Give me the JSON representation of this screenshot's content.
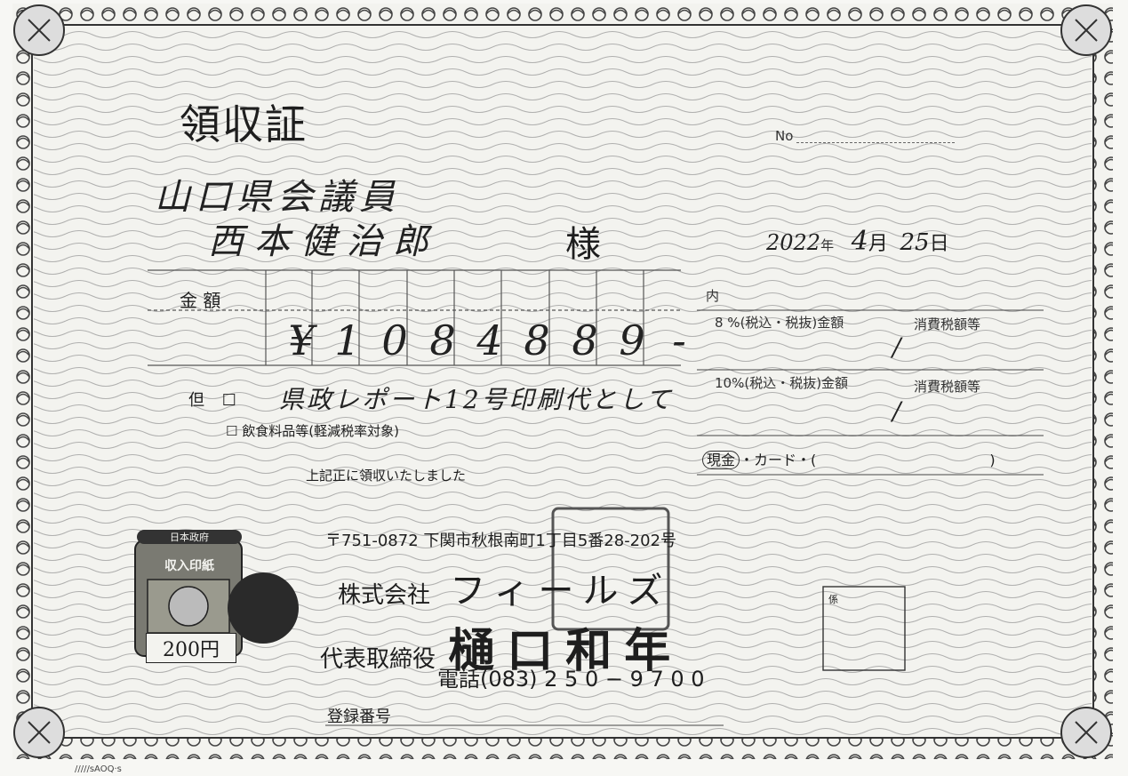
{
  "title": "領収証",
  "no_label": "No",
  "addressee": {
    "line1": "山口県会議員",
    "line2": "西本健治郎",
    "honorific": "様"
  },
  "date": {
    "year": "2022",
    "year_label": "年",
    "month": "4",
    "month_label": "月",
    "day": "25",
    "day_label": "日"
  },
  "amount": {
    "label": "金 額",
    "digits": [
      "¥",
      "1",
      "0",
      "8",
      "4",
      "8",
      "8",
      "9",
      "-"
    ]
  },
  "breakdown": {
    "header": "内",
    "rate8_label": "8 %(税込・税抜)金額",
    "rate8_tax_label": "消費税額等",
    "rate8_value": "/",
    "rate10_label": "10%(税込・税抜)金額",
    "rate10_tax_label": "消費税額等",
    "rate10_value": "/"
  },
  "payment": {
    "cash": "現金",
    "card": "・カード・(",
    "close": ")"
  },
  "memo": {
    "prefix": "但",
    "checkbox1": "☐",
    "text": "県政レポート12号印刷代として",
    "checkbox2": "☐",
    "food_label": "飲食料品等(軽減税率対象)"
  },
  "received": "上記正に領収いたしました",
  "stamp": {
    "country": "日本政府",
    "label": "収入印紙",
    "value": "200円"
  },
  "issuer": {
    "address": "〒751-0872 下関市秋根南町1丁目5番28-202号",
    "company_prefix": "株式会社",
    "company_name": "フィールズ",
    "rep_title": "代表取締役",
    "rep_name": "樋口和年",
    "phone": "電話(083) 2 5 0 − 9 7 0 0"
  },
  "registration_label": "登録番号",
  "seal_box_label": "係",
  "footer_mark": "/////sAOQ·s"
}
